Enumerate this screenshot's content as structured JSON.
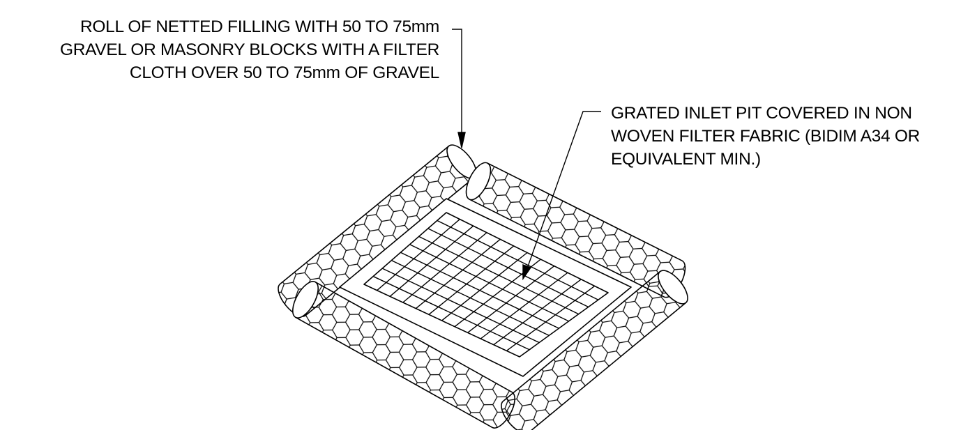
{
  "callouts": {
    "gravel_roll": {
      "lines": [
        "ROLL OF NETTED FILLING WITH 50 TO 75mm",
        "GRAVEL OR MASONRY BLOCKS WITH A FILTER",
        "CLOTH OVER 50 TO 75mm OF GRAVEL"
      ]
    },
    "inlet_pit": {
      "lines": [
        "GRATED INLET PIT COVERED IN NON",
        "WOVEN FILTER FABRIC (BIDIM A34 OR",
        "EQUIVALENT MIN.)"
      ]
    }
  },
  "colors": {
    "line": "#000000",
    "background": "#ffffff"
  }
}
